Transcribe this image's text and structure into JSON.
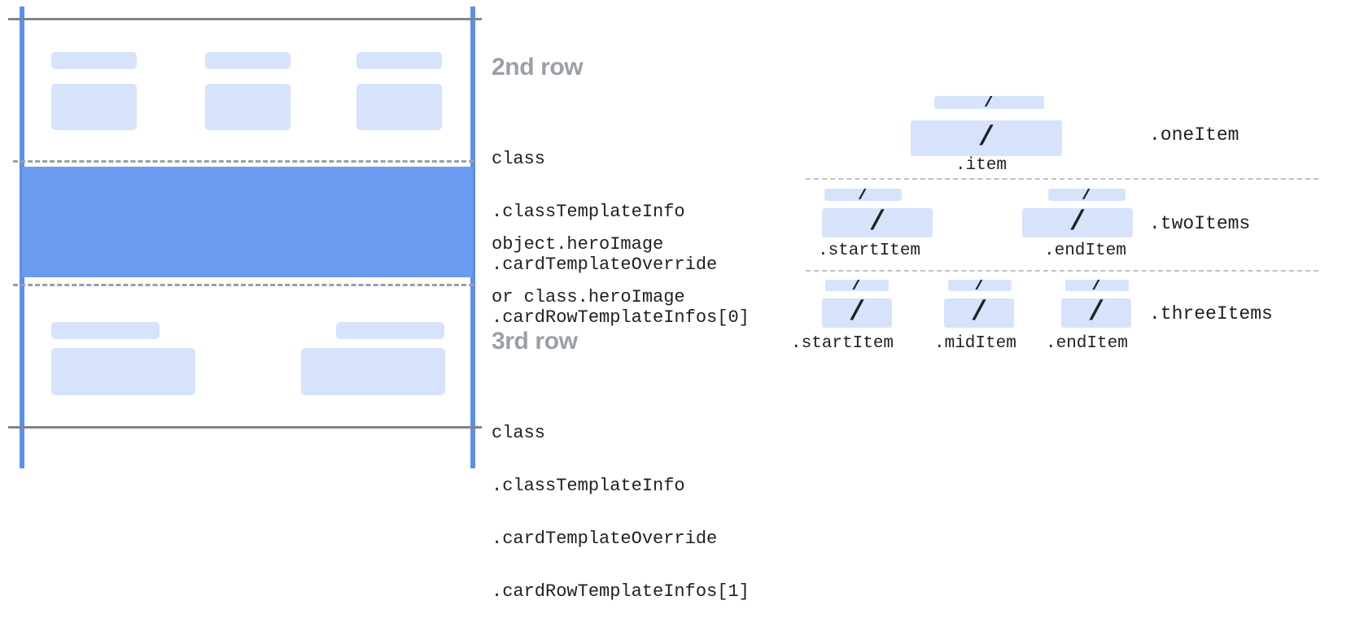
{
  "card_skeleton": {
    "name": "card-template-skeleton",
    "rows": [
      {
        "id": "second-row",
        "title": "2nd row",
        "items": 3,
        "annotation_lines": [
          "class",
          ".classTemplateInfo",
          ".cardTemplateOverride",
          ".cardRowTemplateInfos[0]"
        ]
      },
      {
        "id": "hero-row",
        "title": "",
        "items": 0,
        "annotation_lines": [
          "object.heroImage",
          "or class.heroImage"
        ]
      },
      {
        "id": "third-row",
        "title": "3rd row",
        "items": 2,
        "annotation_lines": [
          "class",
          ".classTemplateInfo",
          ".cardTemplateOverride",
          ".cardRowTemplateInfos[1]"
        ]
      }
    ]
  },
  "item_variants": {
    "name": "row-item-layout-variants",
    "slash_glyph": "/",
    "groups": [
      {
        "label": ".oneItem",
        "items": [
          {
            "sublabel": ".item"
          }
        ]
      },
      {
        "label": ".twoItems",
        "items": [
          {
            "sublabel": ".startItem"
          },
          {
            "sublabel": ".endItem"
          }
        ]
      },
      {
        "label": ".threeItems",
        "items": [
          {
            "sublabel": ".startItem"
          },
          {
            "sublabel": ".midItem"
          },
          {
            "sublabel": ".endItem"
          }
        ]
      }
    ]
  },
  "colors": {
    "rail_blue": "#5b8ef0",
    "hero_blue": "#6b9bee",
    "placeholder_blue": "#d7e3fb",
    "rule_gray": "#80868b",
    "dash_gray": "#9aa0a6",
    "title_gray": "#9aa0a6",
    "text_dark": "#202124",
    "background": "#ffffff"
  }
}
